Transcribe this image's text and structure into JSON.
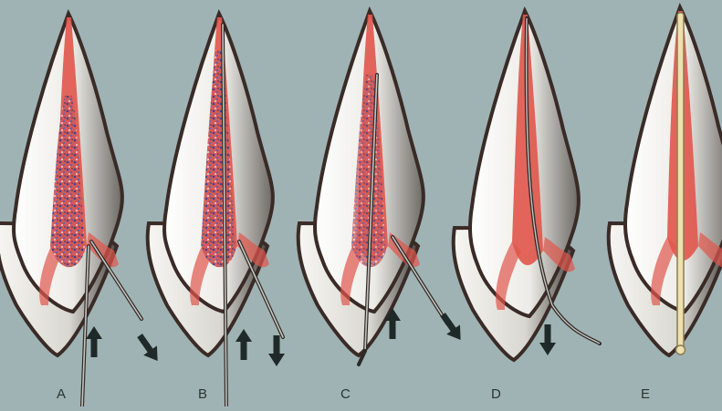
{
  "panels": [
    {
      "id": "A",
      "label": "A",
      "arrows": [
        "up-arrow",
        "down-right-arrow"
      ]
    },
    {
      "id": "B",
      "label": "B",
      "arrows": [
        "up-arrow",
        "down-arrow"
      ]
    },
    {
      "id": "C",
      "label": "C",
      "arrows": [
        "up-arrow",
        "down-right-arrow"
      ]
    },
    {
      "id": "D",
      "label": "D",
      "arrows": [
        "down-arrow"
      ]
    },
    {
      "id": "E",
      "label": "E",
      "arrows": []
    }
  ],
  "colors": {
    "background": "#9fb3b4",
    "enamel": "#f2f0ea",
    "outline": "#3a2b27",
    "pulp": "#e0554b",
    "debris": "#3c3f8c",
    "arrow": "#1f2a28",
    "gutta_percha": "#efe0b0"
  }
}
